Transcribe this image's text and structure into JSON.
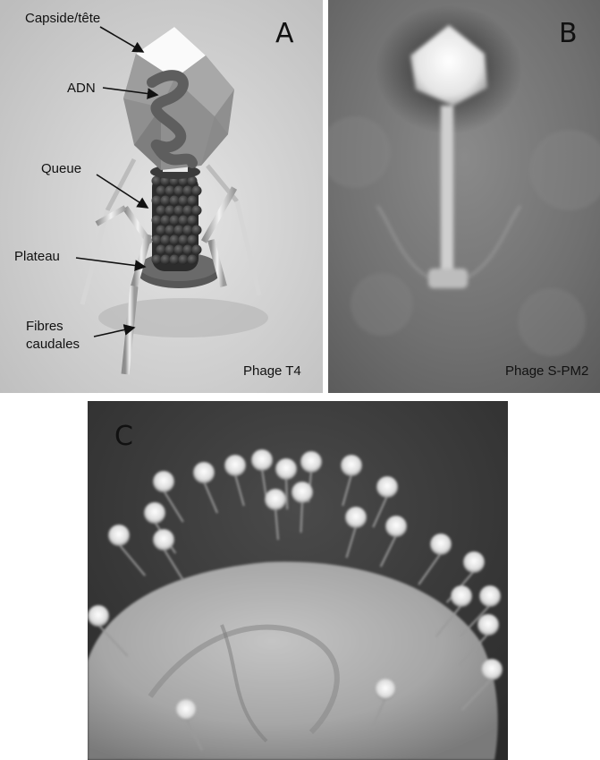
{
  "panels": {
    "a": {
      "letter": "A",
      "caption": "Phage T4",
      "labels": {
        "capsid": "Capside/tête",
        "dna": "ADN",
        "tail": "Queue",
        "baseplate": "Plateau",
        "fibers_line1": "Fibres",
        "fibers_line2": "caudales"
      }
    },
    "b": {
      "letter": "B",
      "caption": "Phage S-PM2"
    },
    "c": {
      "letter": "C"
    }
  }
}
